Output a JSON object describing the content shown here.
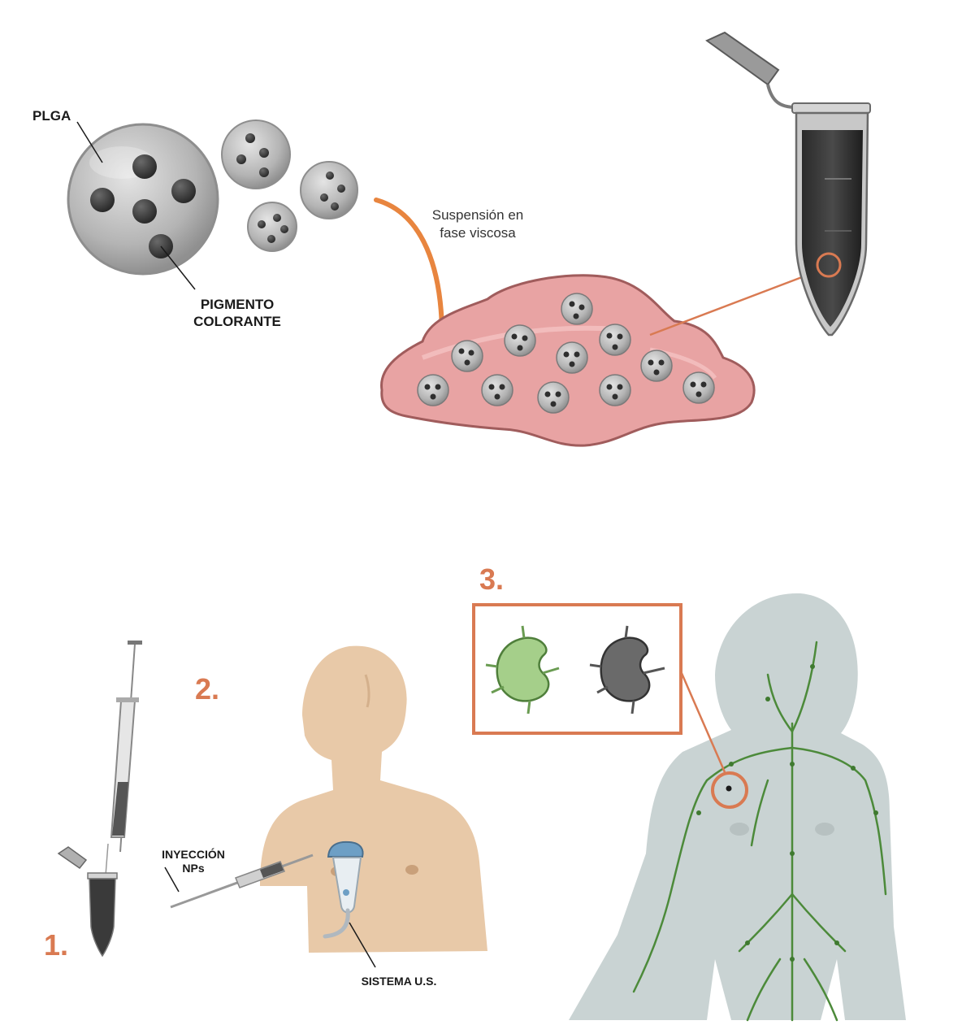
{
  "labels": {
    "plga": "PLGA",
    "pigment_line1": "PIGMENTO",
    "pigment_line2": "COLORANTE",
    "suspension_line1": "Suspensión en",
    "suspension_line2": "fase viscosa",
    "injection_line1": "INYECCIÓN",
    "injection_line2": "NPs",
    "us_system": "SISTEMA U.S."
  },
  "steps": {
    "step1": "1.",
    "step2": "2.",
    "step3": "3."
  },
  "colors": {
    "accent": "#d97a52",
    "arrow": "#e8853f",
    "gel": "#e39c9c",
    "skin": "#e8c9a8",
    "body": "#c8d2d2",
    "lymph": "#4c8a3a",
    "node_green": "#a5cf8a",
    "node_gray": "#6a6a6a"
  }
}
